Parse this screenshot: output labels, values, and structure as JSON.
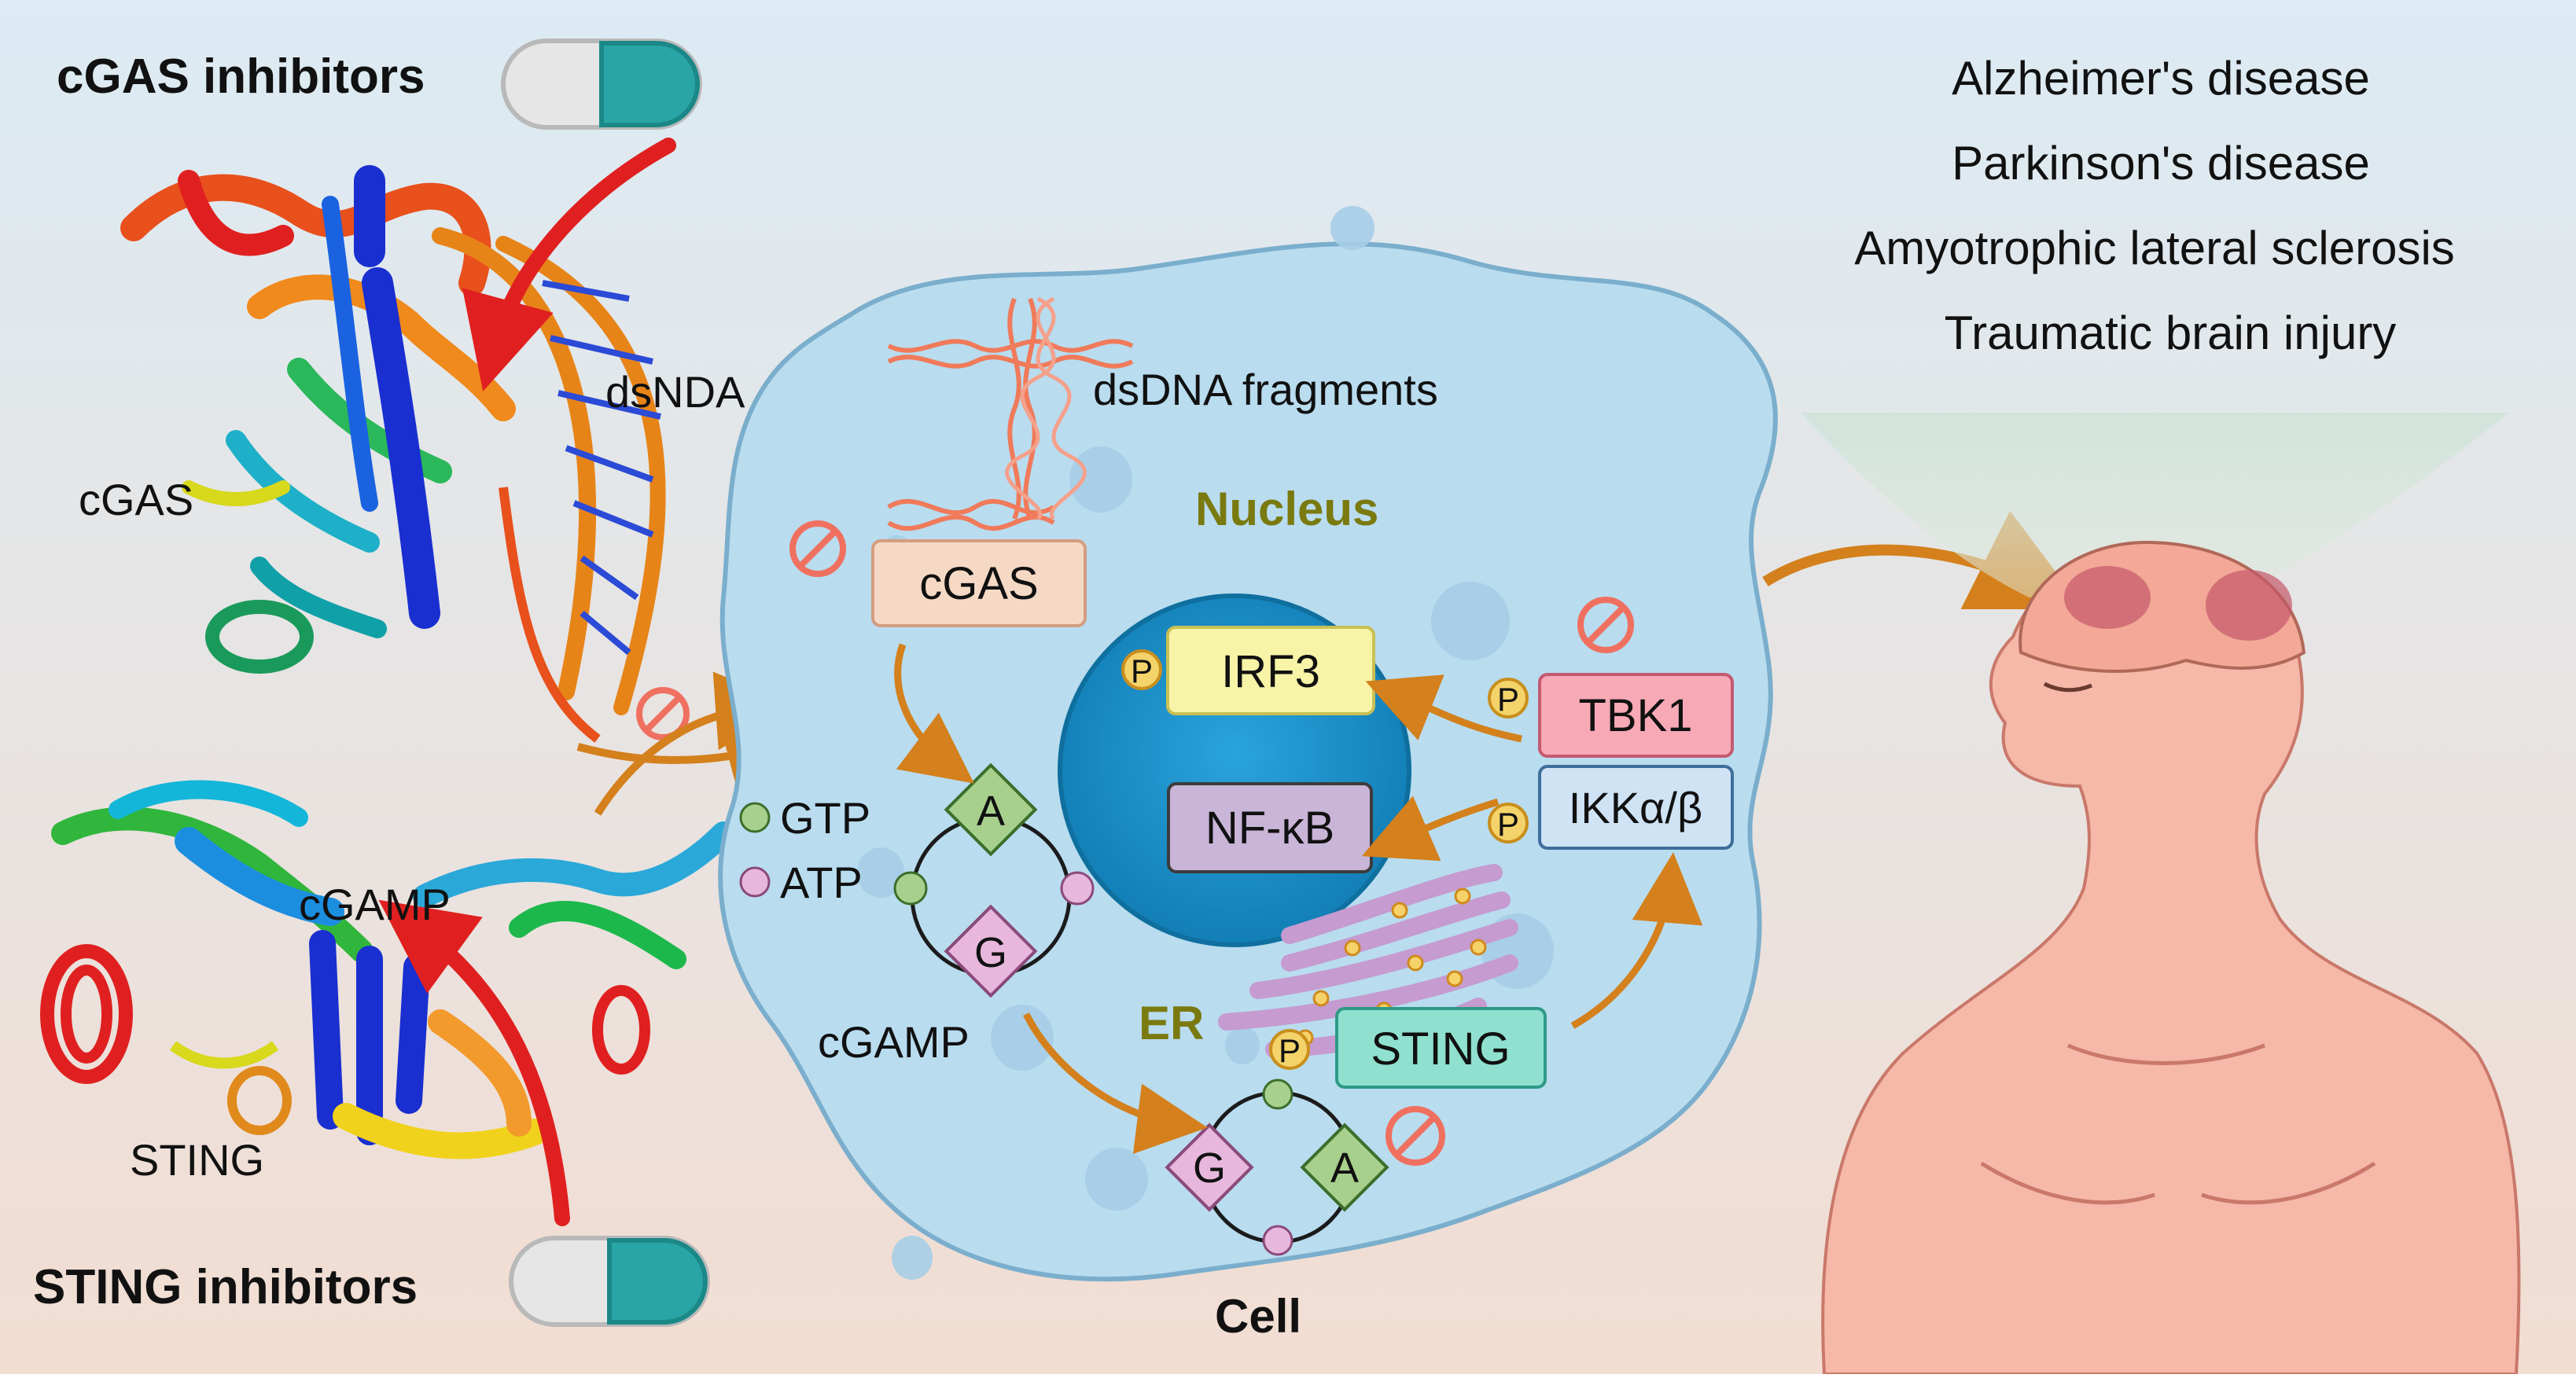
{
  "inhibitors": {
    "cgas_label": "cGAS inhibitors",
    "sting_label": "STING inhibitors"
  },
  "structures": {
    "cgas_label": "cGAS",
    "dsdna_label": "dsNDA",
    "cgamp_label": "cGAMP",
    "sting_label": "STING"
  },
  "cell": {
    "label": "Cell",
    "nucleus_label": "Nucleus",
    "er_label": "ER",
    "dsdna_fragments_label": "dsDNA fragments",
    "cgas_box": "cGAS",
    "irf3_box": "IRF3",
    "nfkb_box": "NF-κB",
    "tbk1_box": "TBK1",
    "ikk_box": "IKKα/β",
    "sting_box": "STING",
    "cgamp_label": "cGAMP",
    "gtp_label": "GTP",
    "atp_label": "ATP",
    "phospho": "P",
    "ring_top": {
      "a": "A",
      "g": "G"
    },
    "ring_bottom": {
      "g": "G",
      "a": "A"
    }
  },
  "diseases": [
    "Alzheimer's disease",
    "Parkinson's disease",
    "Amyotrophic lateral sclerosis",
    "Traumatic brain injury"
  ],
  "colors": {
    "arrow_orange": "#d4801c",
    "inhibit_red": "#f07060",
    "big_arrow_red": "#e02020",
    "nucleus_text": "#7a7a10",
    "cell_fill": "#b9dcef",
    "nucleus_fill": "#1f8fc8",
    "cgas_box": "#f5d9c4",
    "irf3_box": "#f7f4a8",
    "nfkb_box": "#c9b5d8",
    "tbk1_box": "#f7a9b6",
    "ikk_box": "#cfe3f5",
    "sting_box": "#8fe0cf",
    "phospho_fill": "#f4d36a",
    "gtp_green": "#a8d08d",
    "atp_pink": "#e7b7dd",
    "skin": "#f6b8a8"
  }
}
